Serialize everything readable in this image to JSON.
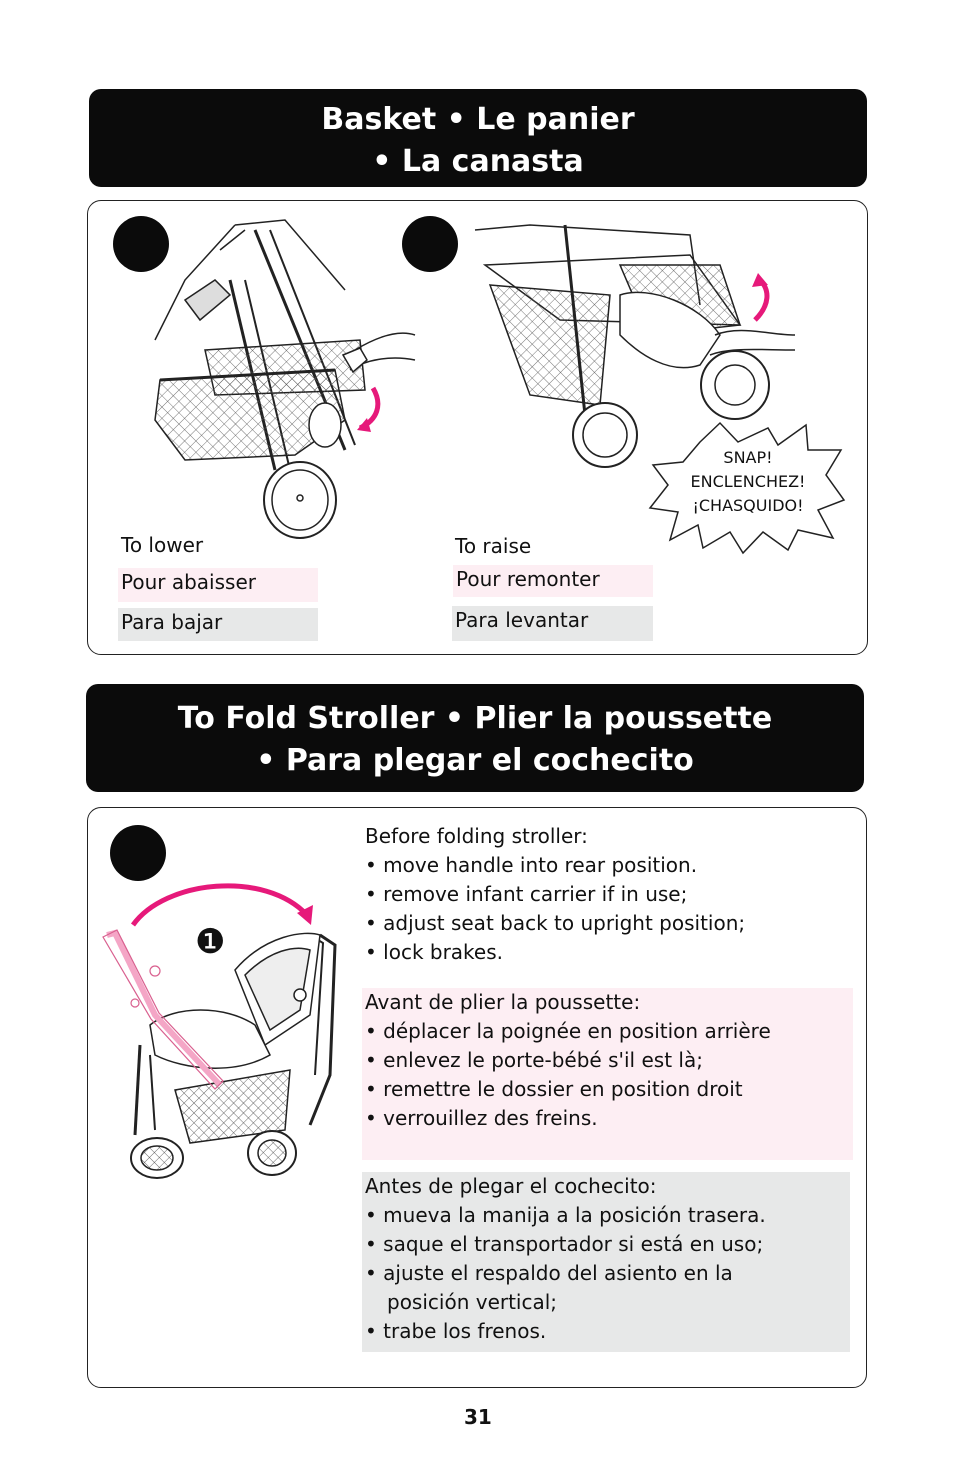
{
  "basket": {
    "title_line1": "Basket  •  Le panier",
    "title_line2": "•  La canasta",
    "lower": {
      "en": "To lower",
      "fr": "Pour abaisser",
      "es": "Para bajar"
    },
    "raise": {
      "en": "To raise",
      "fr": "Pour remonter",
      "es": "Para levantar"
    },
    "snap": {
      "line1": "SNAP!",
      "line2": "ENCLENCHEZ!",
      "line3": "¡CHASQUIDO!"
    }
  },
  "fold": {
    "title_line1": "To Fold Stroller  •  Plier la poussette",
    "title_line2": "•  Para plegar el cochecito",
    "callout_number": "❶",
    "en": {
      "intro": "Before folding stroller:",
      "items": [
        "• move handle into rear position.",
        "• remove infant carrier if in use;",
        "• adjust seat back to upright position;",
        "• lock brakes."
      ]
    },
    "fr": {
      "intro": "Avant de plier la poussette:",
      "items": [
        "• déplacer la poignée en position arrière",
        "• enlevez le porte-bébé s'il est là;",
        "• remettre le dossier en position droit",
        "• verrouillez des freins."
      ]
    },
    "es": {
      "intro": "Antes de plegar el cochecito:",
      "item1": "• mueva la manija a la posición trasera.",
      "item2": "• saque el transportador si está en uso;",
      "item3a": "• ajuste el respaldo del asiento en la",
      "item3b": "posición vertical;",
      "item4": "• trabe los frenos."
    }
  },
  "page_number": "31",
  "colors": {
    "banner": "#0b0b0b",
    "arrow": "#e6197a",
    "pink_box": "#fdeef3",
    "grey_box": "#e7e8e8"
  }
}
